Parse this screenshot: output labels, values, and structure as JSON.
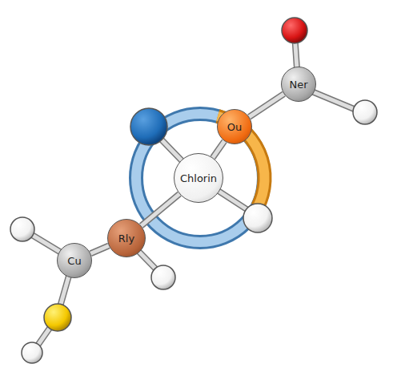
{
  "diagram": {
    "nodes": [
      {
        "text": [
          "Ner"
        ]
      },
      {
        "text": [
          "Ou"
        ]
      },
      {
        "text": [
          "Chlorin"
        ]
      },
      {
        "text": [
          "Rly"
        ]
      },
      {
        "text": [
          "Cu"
        ]
      }
    ],
    "edges": [
      {
        "from": 2,
        "to": 1,
        "arrow": "none"
      },
      {
        "from": 1,
        "to": 0,
        "arrow": "none"
      },
      {
        "from": 2,
        "to": 3,
        "arrow": "none"
      },
      {
        "from": 3,
        "to": 4,
        "arrow": "none"
      }
    ]
  }
}
